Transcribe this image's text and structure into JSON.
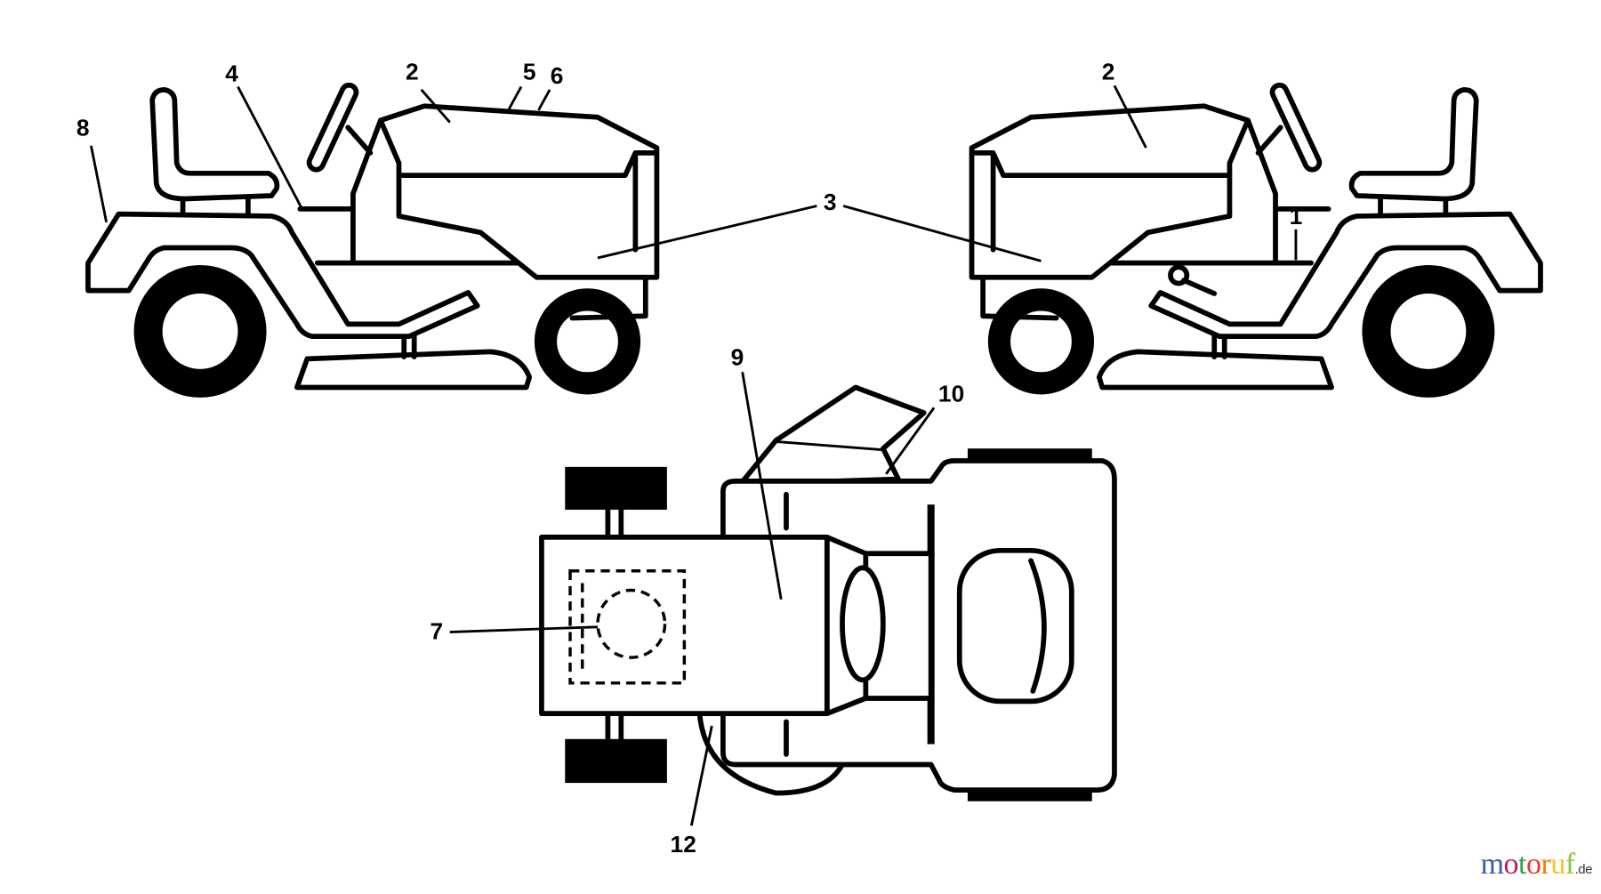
{
  "diagram": {
    "callouts": {
      "left_view": [
        "8",
        "4",
        "2",
        "5",
        "6"
      ],
      "shared": "3",
      "right_view": [
        "2",
        "1"
      ],
      "top_view": [
        "9",
        "10",
        "7",
        "12"
      ]
    }
  },
  "logo": {
    "text": "motoruf",
    "tld": ".de",
    "colors": [
      "#3b5ba9",
      "#c2185b",
      "#2e9e4f",
      "#e53935",
      "#f57c00",
      "#fbc02d",
      "#8bc34a"
    ]
  }
}
